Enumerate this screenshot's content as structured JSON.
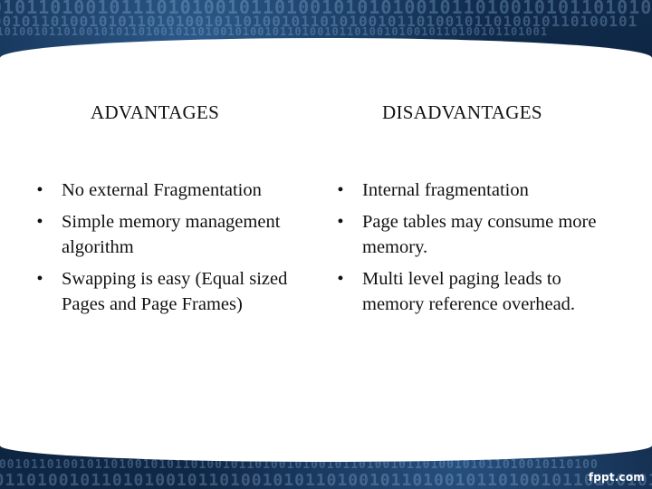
{
  "advantages": {
    "heading": "ADVANTAGES",
    "items": [
      "No external Fragmentation",
      "Simple memory management algorithm",
      "Swapping is easy (Equal sized Pages and Page Frames)"
    ]
  },
  "disadvantages": {
    "heading": "DISADVANTAGES",
    "items": [
      "Internal fragmentation",
      "Page tables may consume more memory.",
      "Multi level paging leads to memory reference overhead."
    ]
  },
  "brand": "fppt.com",
  "colors": {
    "background": "#0b1e36",
    "card": "#ffffff",
    "text": "#111111"
  }
}
